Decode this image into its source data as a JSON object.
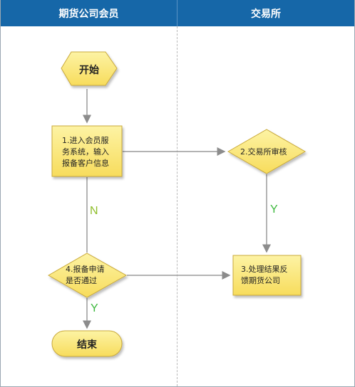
{
  "lanes": {
    "member": "期货公司会员",
    "exchange": "交易所"
  },
  "nodes": {
    "start": "开始",
    "step1_line1": "1.进入会员服",
    "step1_line2": "务系统，输入",
    "step1_line3": "报备客户信息",
    "step2": "2.交易所审核",
    "step3_line1": "3.处理结果反",
    "step3_line2": "馈期货公司",
    "step4_line1": "4.报备申请",
    "step4_line2": "是否通过",
    "end": "结束"
  },
  "edges": {
    "n_label": "N",
    "y_label_exchange": "Y",
    "y_label_member": "Y"
  },
  "colors": {
    "header": "#1667a8",
    "node_fill": "#fbe77a",
    "node_border": "#c9a93a",
    "yes_green": "#3db83d",
    "no_green": "#8fbe2c",
    "line": "#9a9a9a"
  }
}
